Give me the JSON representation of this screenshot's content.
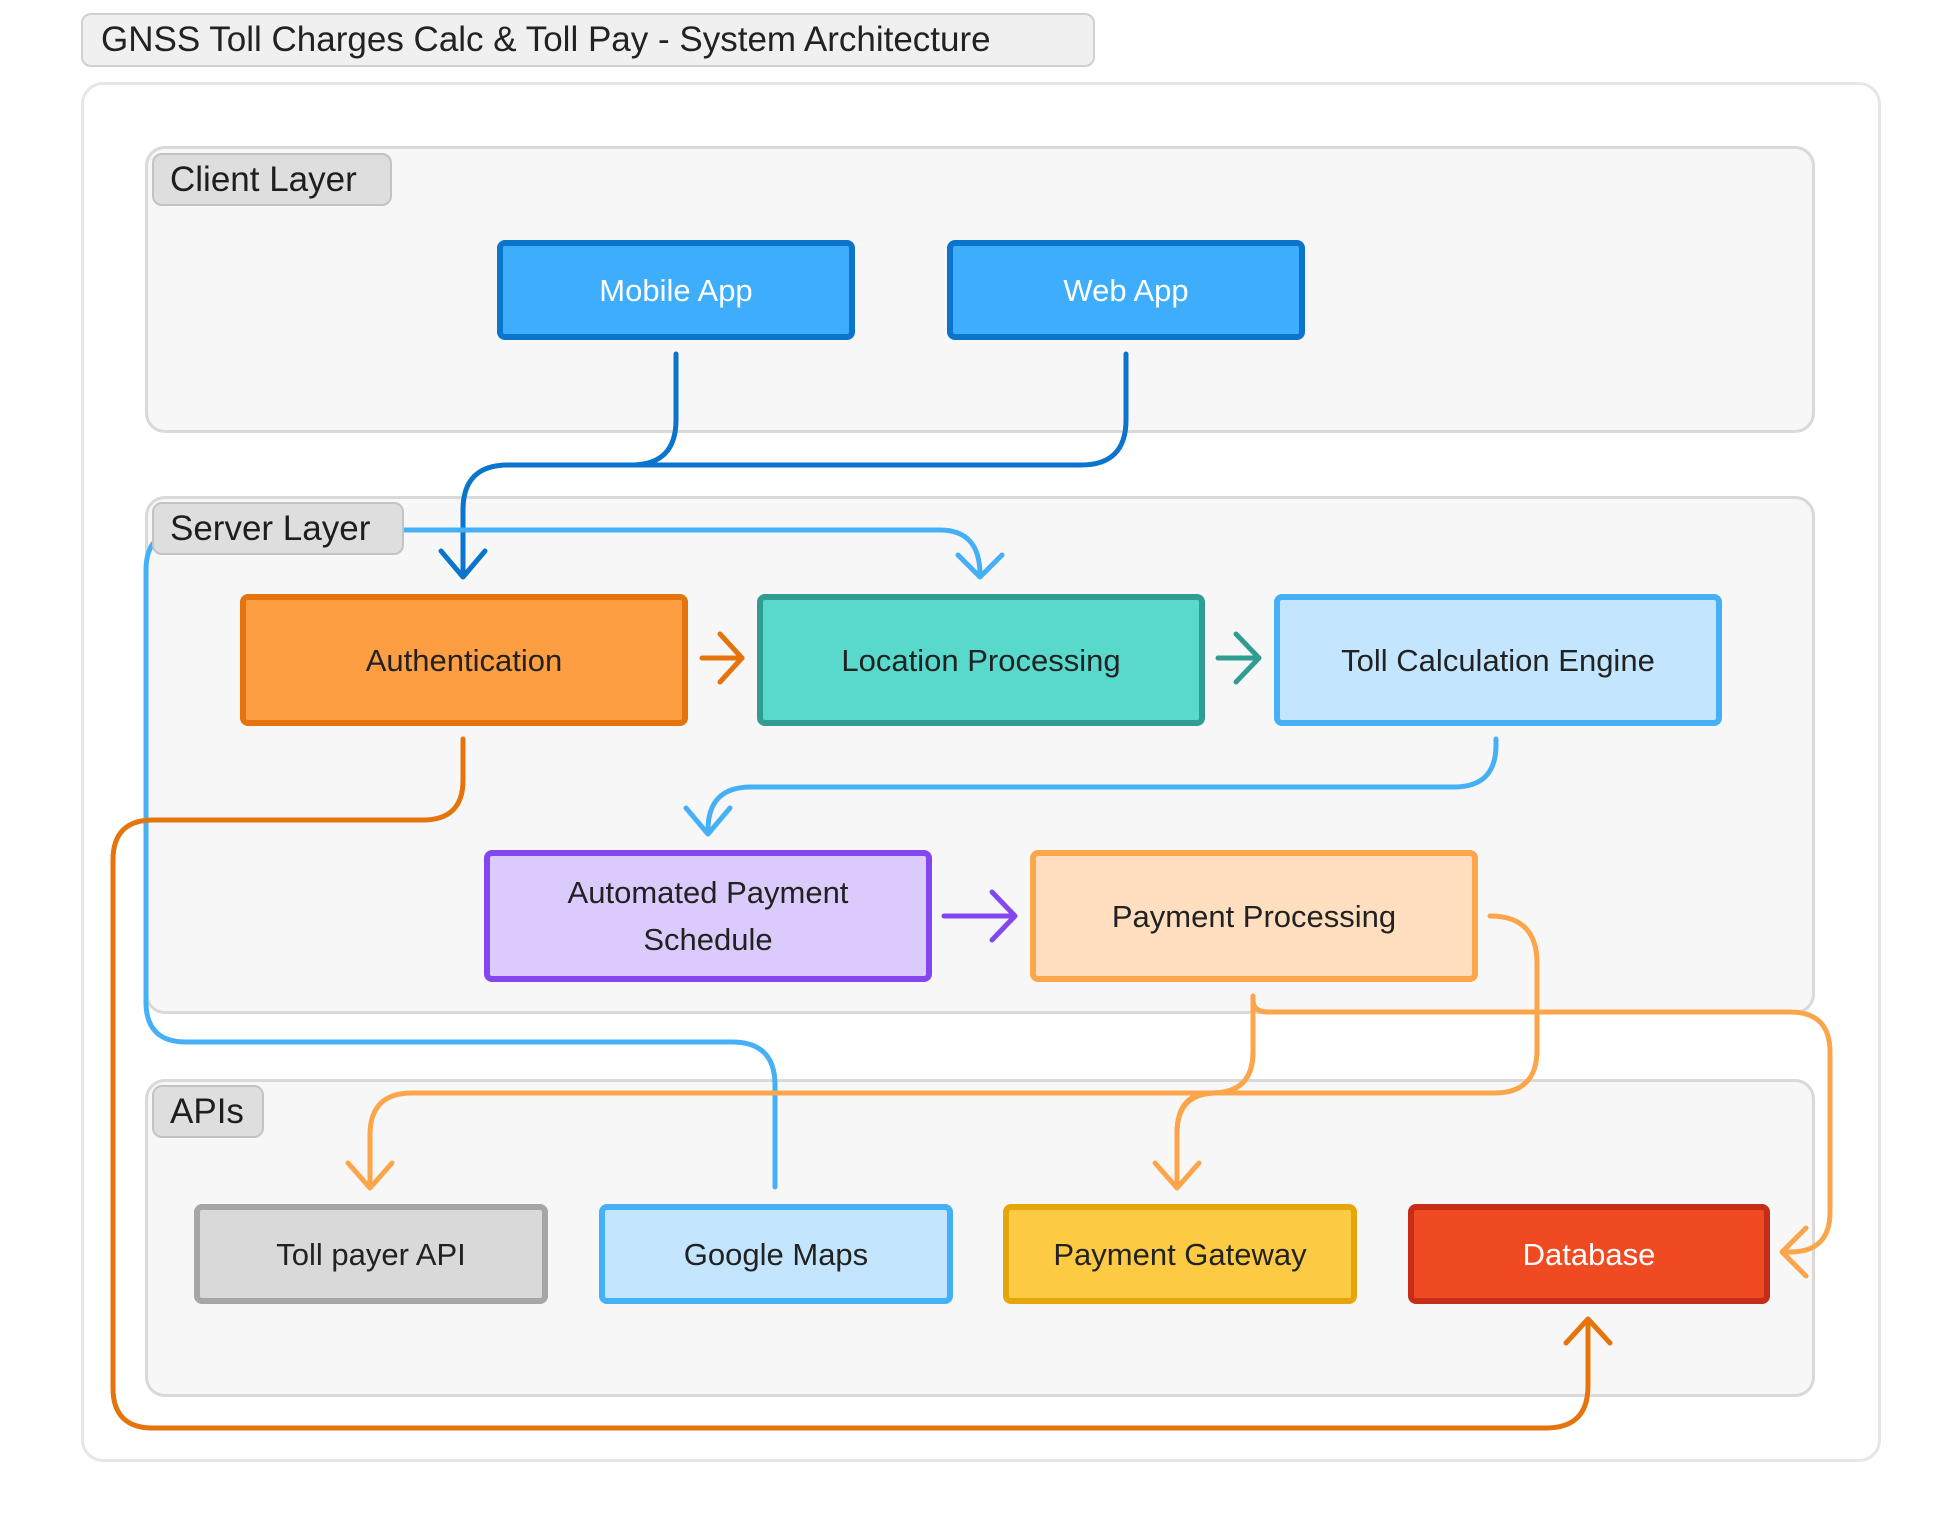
{
  "title": "GNSS Toll Charges Calc & Toll Pay - System Architecture",
  "layers": {
    "client": "Client Layer",
    "server": "Server Layer",
    "apis": "APIs"
  },
  "nodes": {
    "mobile_app": "Mobile App",
    "web_app": "Web App",
    "authentication": "Authentication",
    "location_processing": "Location Processing",
    "toll_calculation_engine": "Toll Calculation Engine",
    "automated_payment_schedule": "Automated Payment Schedule",
    "payment_processing": "Payment Processing",
    "toll_payer_api": "Toll payer API",
    "google_maps": "Google Maps",
    "payment_gateway": "Payment Gateway",
    "database": "Database"
  },
  "edges": [
    {
      "from": "Mobile App",
      "to": "Authentication",
      "color": "#0b74cc"
    },
    {
      "from": "Web App",
      "to": "Authentication",
      "color": "#0b74cc"
    },
    {
      "from": "Authentication",
      "to": "Location Processing",
      "color": "#e5740d"
    },
    {
      "from": "Location Processing",
      "to": "Toll Calculation Engine",
      "color": "#319d92"
    },
    {
      "from": "Toll Calculation Engine",
      "to": "Automated Payment Schedule",
      "color": "#46b0f7"
    },
    {
      "from": "Automated Payment Schedule",
      "to": "Payment Processing",
      "color": "#8347ef"
    },
    {
      "from": "Google Maps",
      "to": "Location Processing",
      "color": "#46b0f7"
    },
    {
      "from": "Authentication",
      "to": "Database",
      "color": "#e5740d"
    },
    {
      "from": "Payment Processing",
      "to": "Toll payer API",
      "color": "#fca54a"
    },
    {
      "from": "Payment Processing",
      "to": "Payment Gateway",
      "color": "#fca54a"
    },
    {
      "from": "Payment Processing",
      "to": "Database",
      "color": "#fca54a"
    }
  ]
}
